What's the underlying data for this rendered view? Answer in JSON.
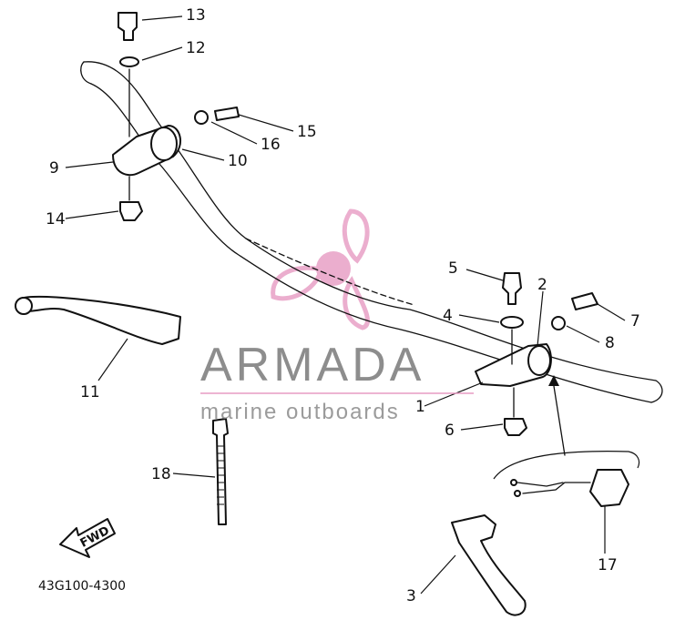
{
  "diagram": {
    "part_number": "43G100-4300",
    "fwd_arrow_label": "FWD",
    "callouts": [
      "1",
      "2",
      "3",
      "4",
      "5",
      "6",
      "7",
      "8",
      "9",
      "10",
      "11",
      "12",
      "13",
      "14",
      "15",
      "16",
      "17",
      "18"
    ]
  },
  "watermark": {
    "brand": "ARMADA",
    "tagline": "marine outboards",
    "colors": {
      "text": "#7a7a7a",
      "logo": "#e79bc3",
      "rule": "#e79bc3"
    }
  }
}
